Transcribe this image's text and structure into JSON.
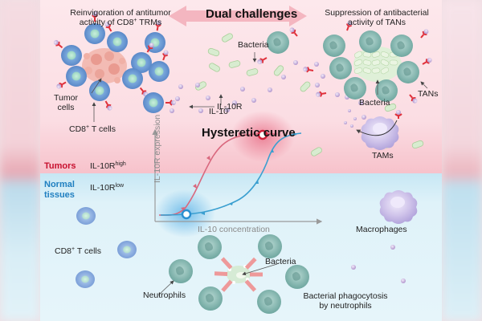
{
  "header": {
    "center_banner": "Dual challenges",
    "left_title_line1": "Reinvigoration of antitumor",
    "left_title_line2_prefix": "activity of CD8",
    "left_title_line2_sup": "+",
    "left_title_line2_suffix": " TRMs",
    "right_title_line1": "Suppression of antibacterial",
    "right_title_line2": "activity of TANs"
  },
  "tumor_section": {
    "tumor_cells_label_line1": "Tumor",
    "tumor_cells_label_line2": "cells",
    "cd8_label_prefix": "CD8",
    "cd8_label_sup": "+",
    "cd8_label_suffix": " T cells",
    "il10r_label": "IL-10R",
    "bacteria_label": "Bacteria",
    "il10_label": "IL-10",
    "bacteria_cluster_label": "Bacteria",
    "tans_label": "TANs",
    "tams_label": "TAMs"
  },
  "regions": {
    "tumors_label": "Tumors",
    "tumors_receptor_prefix": "IL-10R",
    "tumors_receptor_sup": "high",
    "normal_label_line1": "Normal",
    "normal_label_line2": "tissues",
    "normal_receptor_prefix": "IL-10R",
    "normal_receptor_sup": "low"
  },
  "curve": {
    "title": "Hysteretic curve",
    "y_axis_label": "IL-10R expression",
    "x_axis_label": "IL-10 concentration",
    "colors": {
      "upper_branch": "#d9687e",
      "lower_branch": "#3a9fd0",
      "high_state": "#d0203a",
      "low_state": "#2a8fd0"
    }
  },
  "normal_section": {
    "cd8_label_prefix": "CD8",
    "cd8_label_sup": "+",
    "cd8_label_suffix": " T cells",
    "macrophages_label": "Macrophages",
    "neutrophils_label": "Neutrophils",
    "bacteria_label": "Bacteria",
    "phagocytosis_line1": "Bacterial phagocytosis",
    "phagocytosis_line2": "by neutrophils"
  },
  "colors": {
    "tumor_bg": "#fbdde3",
    "normal_bg": "#dff2f9",
    "t_cell": "#6f9fd8",
    "neutrophil": "#8fbdb6",
    "macrophage": "#cfc4ea",
    "receptor": "#e0303a",
    "il10_dot": "#c9b3de",
    "bacteria": "#cfe6c4"
  }
}
